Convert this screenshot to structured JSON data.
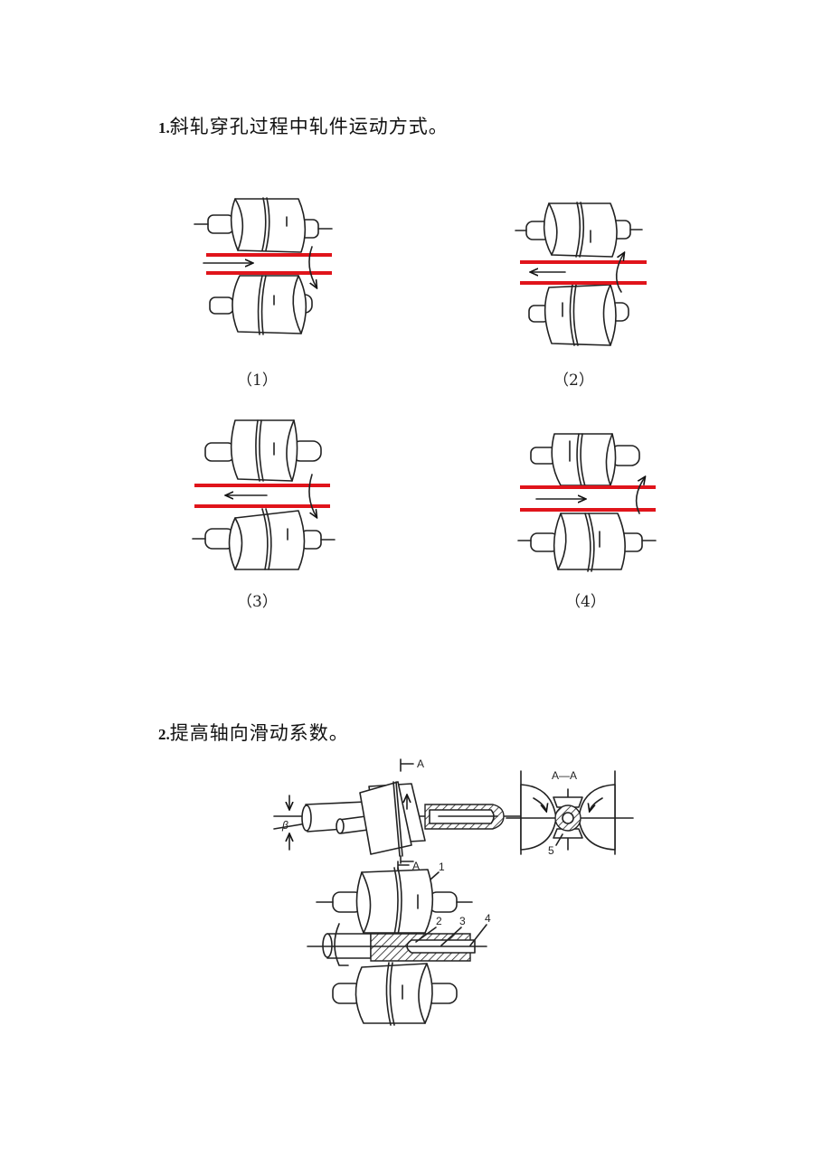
{
  "section1": {
    "number": "1.",
    "title": "斜轧穿孔过程中轧件运动方式。",
    "figures": [
      {
        "caption": "（1）",
        "axial_arrow": "right",
        "rotation_arrow": "down"
      },
      {
        "caption": "（2）",
        "axial_arrow": "left",
        "rotation_arrow": "up"
      },
      {
        "caption": "（3）",
        "axial_arrow": "left",
        "rotation_arrow": "down"
      },
      {
        "caption": "（4）",
        "axial_arrow": "right",
        "rotation_arrow": "up"
      }
    ],
    "highlight_color": "#e0141b"
  },
  "section2": {
    "number": "2.",
    "title": "提高轴向滑动系数。",
    "figure": {
      "section_marker": "A",
      "section_view_label": "A—A",
      "angle_label": "β",
      "part_labels": [
        "1",
        "2",
        "3",
        "4",
        "5"
      ]
    }
  }
}
